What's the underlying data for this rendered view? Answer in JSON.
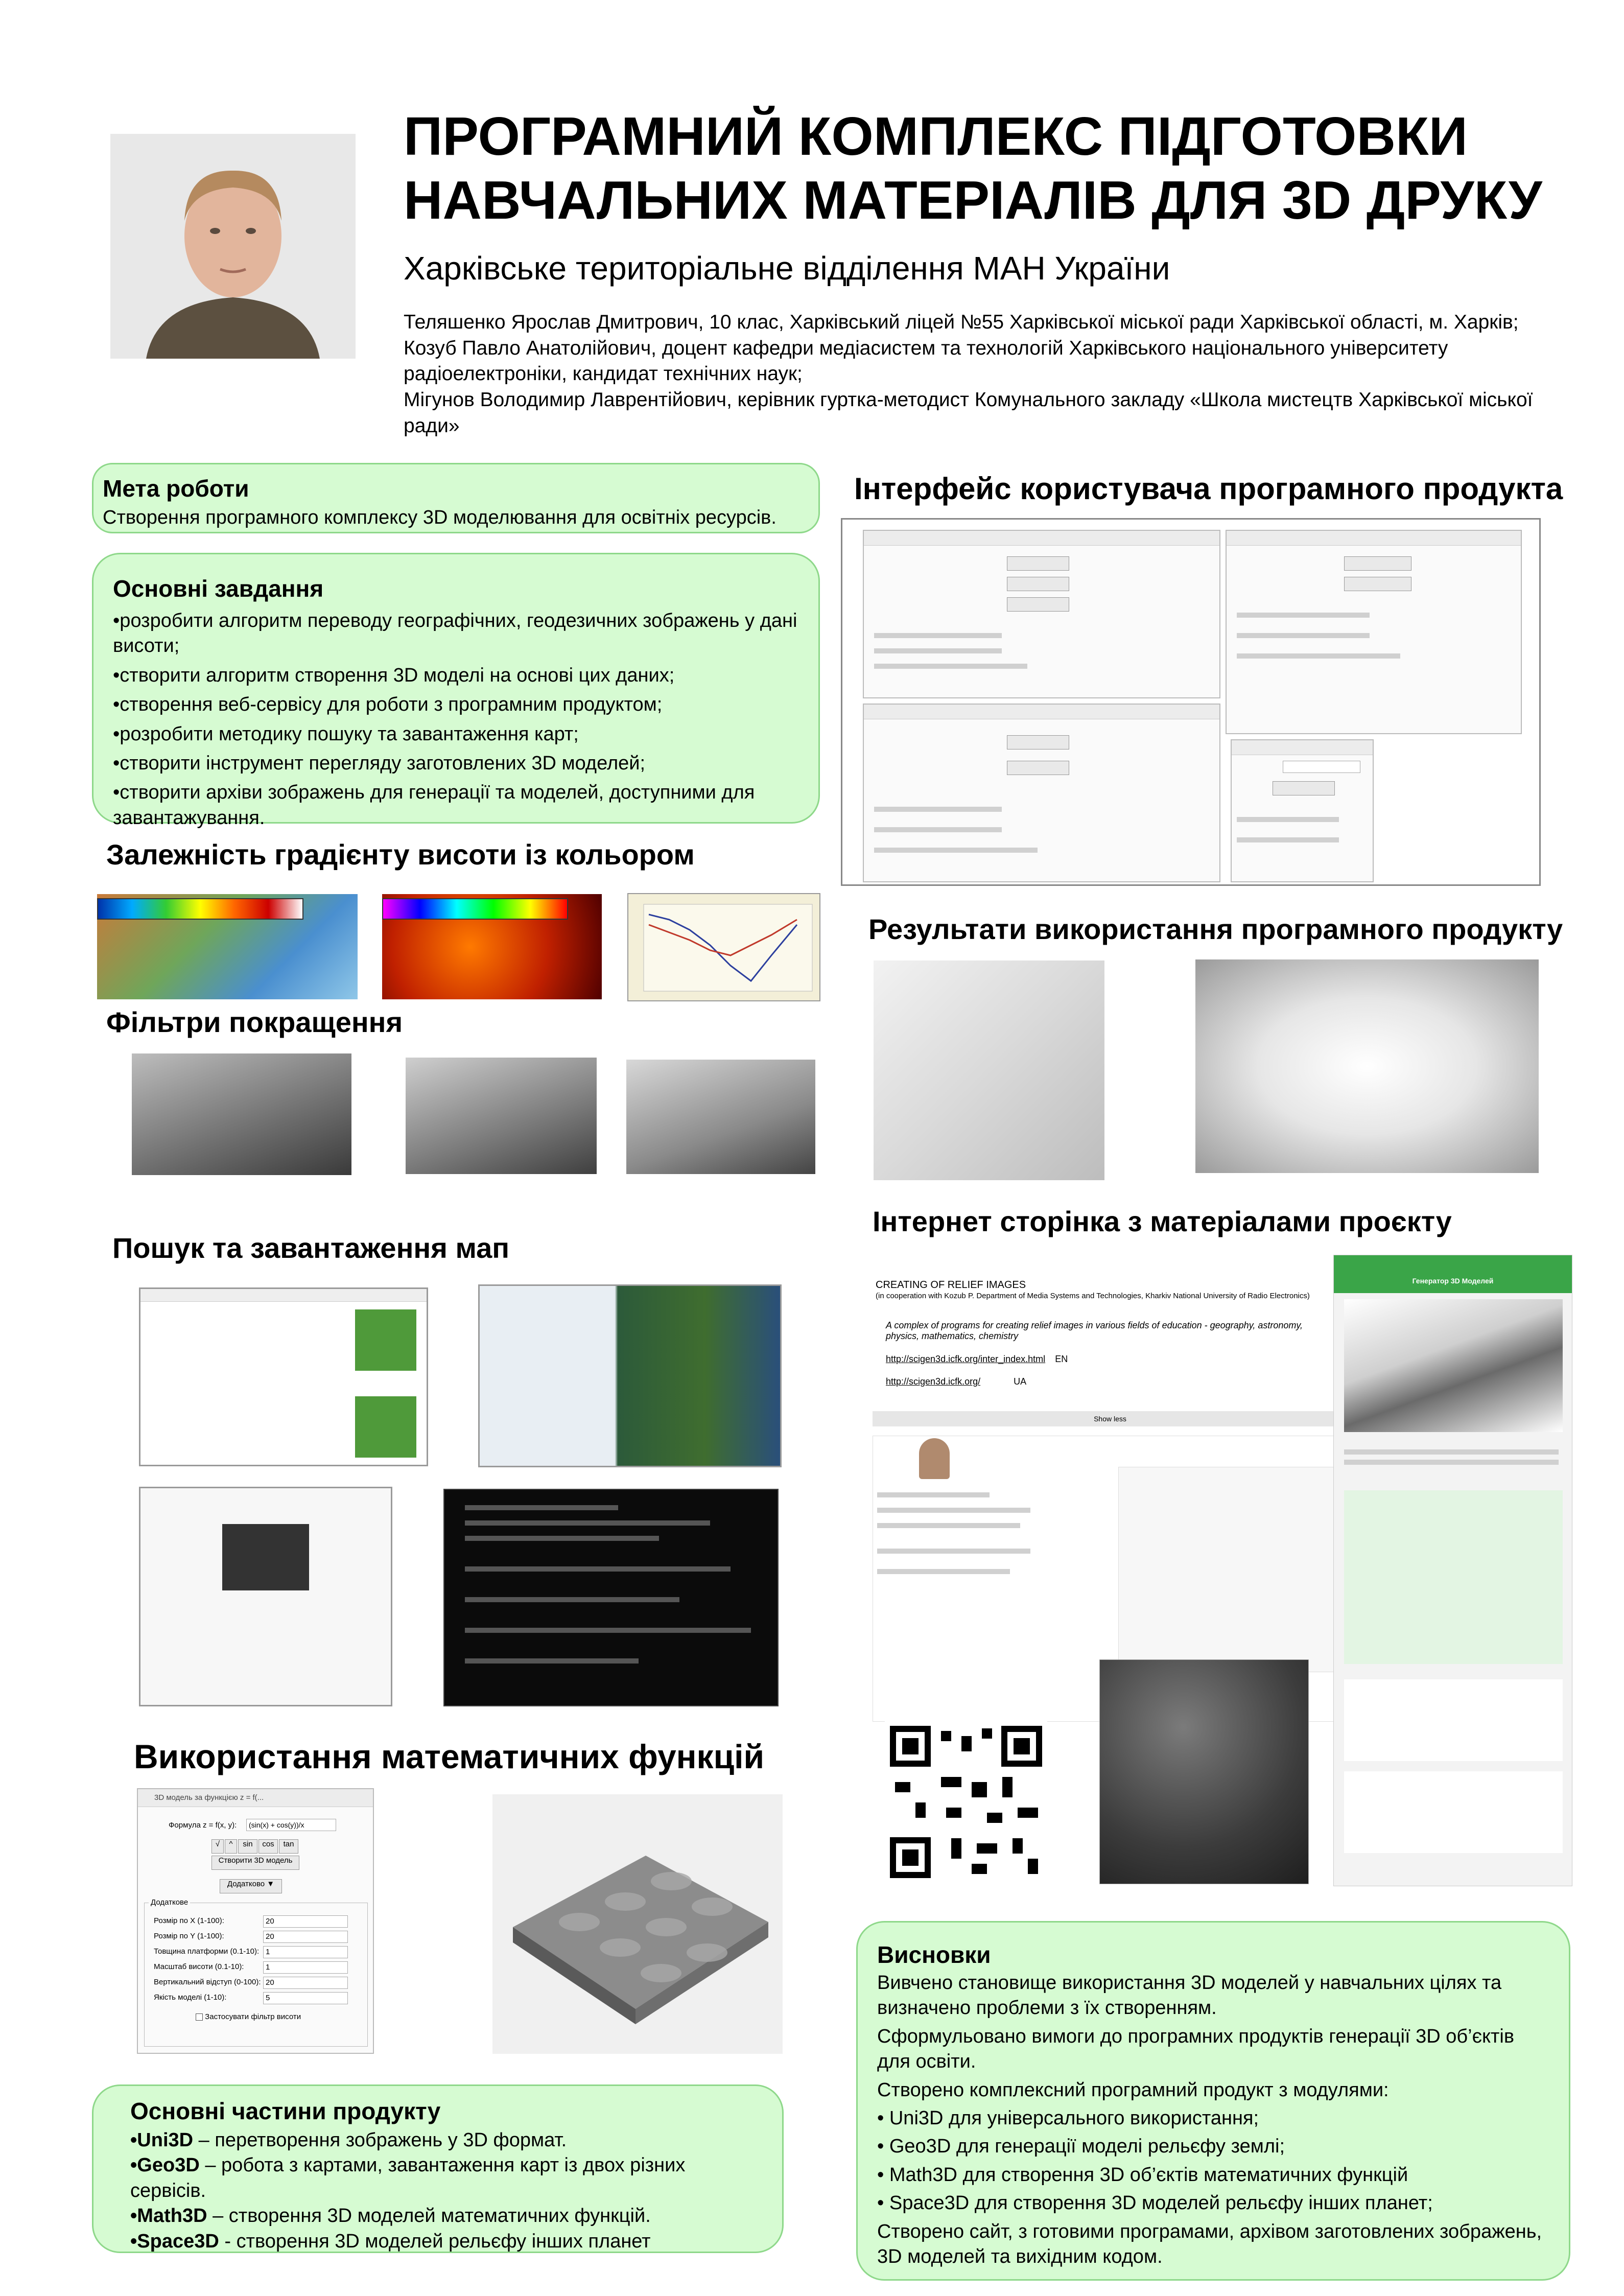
{
  "header": {
    "title_line1": "ПРОГРАМНИЙ КОМПЛЕКС ПІДГОТОВКИ",
    "title_line2": "НАВЧАЛЬНИХ МАТЕРІАЛІВ ДЛЯ 3D ДРУКУ",
    "subtitle": "Харківське територіальне відділення МАН України",
    "authors": [
      "Теляшенко Ярослав Дмитрович, 10 клас, Харківський ліцей №55 Харківської міської ради Харківської області, м. Харків;",
      "Козуб Павло Анатолійович,  доцент кафедри медіасистем та технологій Харківського національного університету радіоелектроніки, кандидат технічних наук;",
      "Мігунов Володимир Лаврентійович, керівник гуртка-методист Комунального закладу «Школа мистецтв Харківської міської ради»"
    ]
  },
  "goal": {
    "title": "Мета роботи",
    "text": "Створення програмного комплексу 3D моделювання для освітніх ресурсів."
  },
  "tasks": {
    "title": "Основні завдання",
    "items": [
      "•розробити алгоритм переводу географічних, геодезичних зображень у дані висоти;",
      "•створити алгоритм створення 3D моделі на основі цих даних;",
      "•створення веб-сервісу для роботи з програмним продуктом;",
      "•розробити методику пошуку та завантаження  карт;",
      "•створити інструмент перегляду заготовлених 3D моделей;",
      "•створити архіви зображень для генерації та моделей, доступними для завантажування."
    ]
  },
  "sections": {
    "gradient": "Залежність градієнту висоти із кольором",
    "filters": "Фільтри покращення",
    "search": "Пошук та завантаження мап",
    "math": "Використання математичних функцій",
    "ui": "Інтерфейс користувача програмного продукта",
    "results": "Результати використання програмного продукту",
    "web": "Інтернет сторінка з матеріалами проєкту"
  },
  "parts": {
    "title": "Основні частини продукту",
    "items": [
      {
        "name": "•Uni3D",
        "text": " – перетворення зображень у 3D формат."
      },
      {
        "name": "•Geo3D",
        "text": " – робота з картами, завантаження карт із двох різних сервісів."
      },
      {
        "name": "•Math3D",
        "text": " – створення 3D  моделей математичних функцій."
      },
      {
        "name": "•Space3D",
        "text": " -  створення 3D моделей рельєфу інших планет"
      }
    ]
  },
  "conclusions": {
    "title": "Висновки",
    "lines": [
      "Вивчено становище використання 3D моделей у навчальних цілях та визначено проблеми з їх створенням.",
      "Сформульовано вимоги до програмних продуктів генерації 3D об’єктів для освіти.",
      "Створено комплексний програмний продукт з модулями:",
      "• Uni3D для універсального використання;",
      "• Geo3D для генерації  моделі рельєфу землі;",
      "• Math3D для створення 3D об’єктів математичних функцій",
      "• Space3D для створення 3D моделей рельєфу інших планет;",
      "Створено сайт, з готовими програмами, архівом заготовлених зображень, 3D моделей та вихідним кодом."
    ]
  },
  "math_window": {
    "title": "3D модель за функцією z = f(...",
    "formula_label": "Формула z = f(x, y):",
    "formula_value": "(sin(x) + cos(y))/x",
    "buttons": [
      "√",
      "^",
      "sin",
      "cos",
      "tan"
    ],
    "create_button": "Створити 3D модель",
    "extra_button": "Додатково ▼",
    "group_label": "Додаткове",
    "fields": [
      {
        "label": "Розмір по X (1-100):",
        "value": "20"
      },
      {
        "label": "Розмір по Y (1-100):",
        "value": "20"
      },
      {
        "label": "Товщина платформи (0.1-10):",
        "value": "1"
      },
      {
        "label": "Масштаб висоти (0.1-10):",
        "value": "1"
      },
      {
        "label": "Вертикальний відступ (0-100):",
        "value": "20"
      },
      {
        "label": "Якість моделі (1-10):",
        "value": "5"
      }
    ],
    "filter_checkbox": "Застосувати фільтр висоти"
  },
  "web": {
    "heading": "CREATING OF RELIEF IMAGES",
    "sub": "(in cooperation with Kozub P. Department of Media Systems and Technologies, Kharkiv National University of Radio Electronics)",
    "desc": "A complex of programs for creating relief images in various fields of education - geography, astronomy, physics, mathematics, chemistry",
    "link1": "http://scigen3d.icfk.org/inter_index.html",
    "link1_lang": "EN",
    "link2": "http://scigen3d.icfk.org/",
    "link2_lang": "UA",
    "show_less": "Show less",
    "site_title": "Генератор 3D Моделей"
  },
  "colors": {
    "box_bg": "#d6fbd2",
    "box_border": "#8ed88a",
    "site_green": "#3aa548"
  }
}
